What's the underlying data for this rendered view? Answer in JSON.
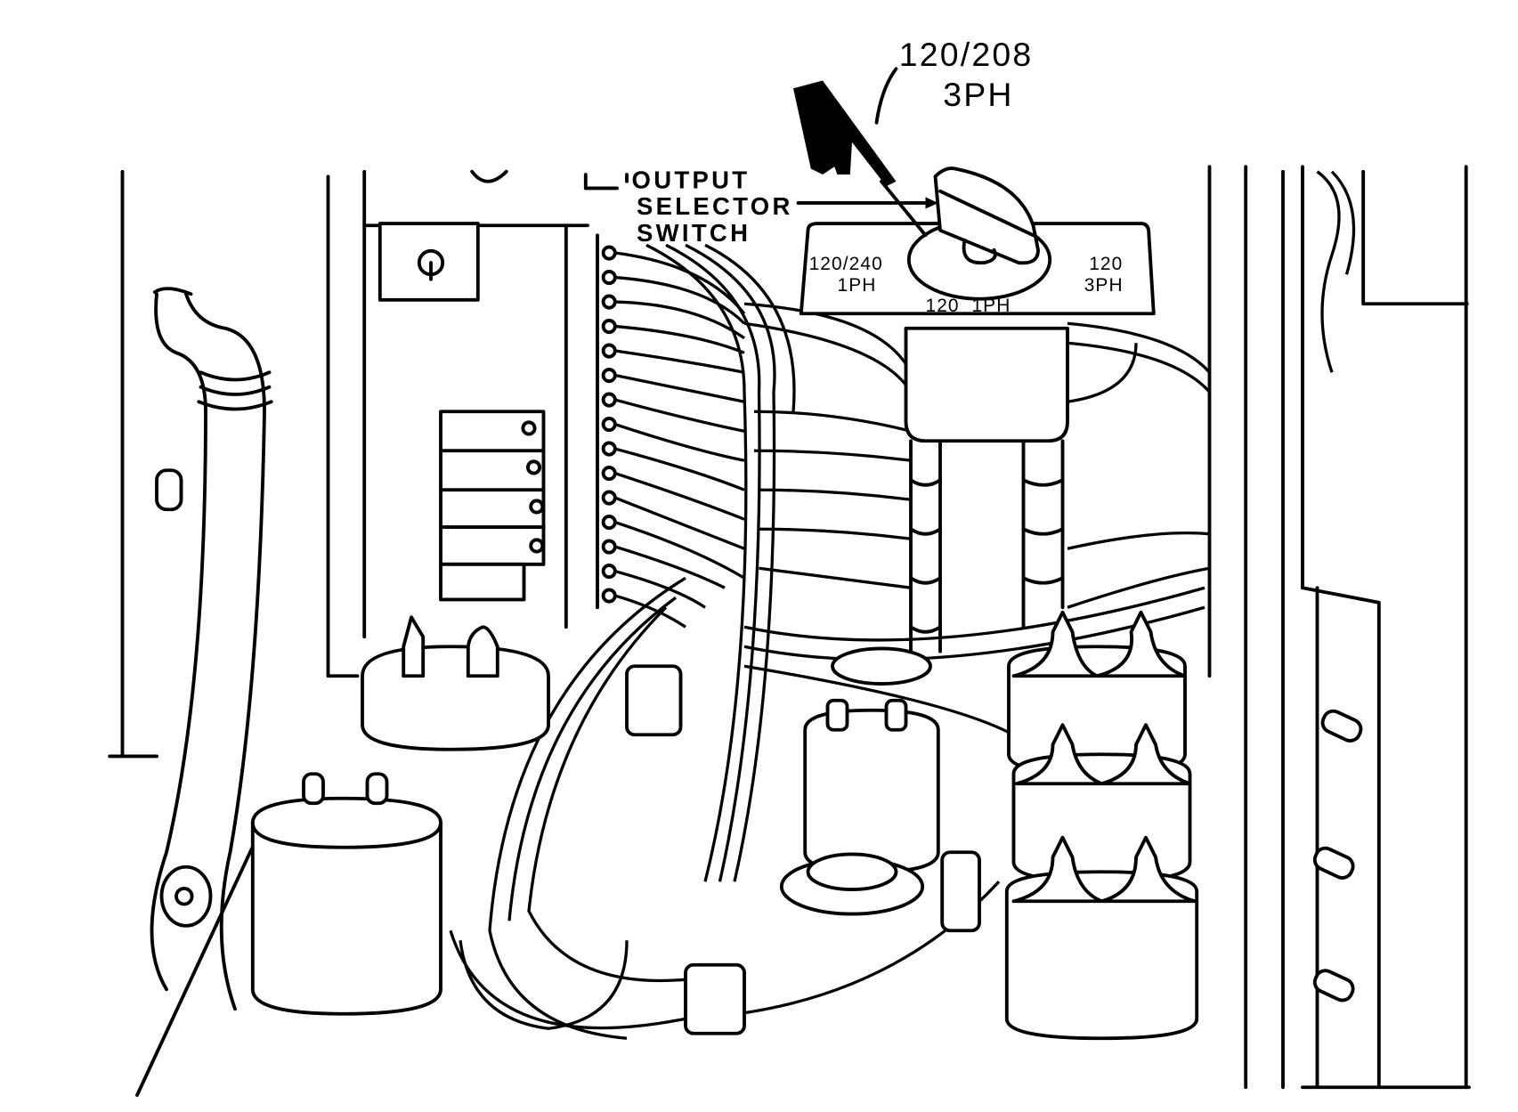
{
  "figure": {
    "callout_top_line1": "120/208",
    "callout_top_line2": "3PH",
    "callout_switch_line1": "OUTPUT",
    "callout_switch_line2": "SELECTOR",
    "callout_switch_line3": "SWITCH",
    "dial_left_line1": "120/240",
    "dial_left_line2": "1PH",
    "dial_bottom": "120  1PH",
    "dial_right_line1": "120",
    "dial_right_line2": "3PH"
  }
}
